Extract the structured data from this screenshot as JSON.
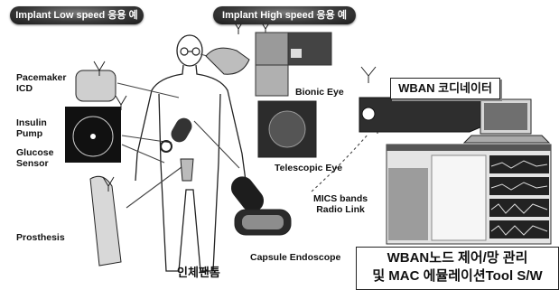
{
  "header": {
    "low_speed": "Implant Low speed 응용 예",
    "high_speed": "Implant High speed 응용 예"
  },
  "devices": {
    "pacemaker": "Pacemaker\nICD",
    "insulin_pump": "Insulin\nPump",
    "glucose_sensor": "Glucose\nSensor",
    "prosthesis": "Prosthesis",
    "bionic_eye": "Bionic Eye",
    "telescopic_eye": "Telescopic Eye",
    "capsule_endoscope": "Capsule Endoscope"
  },
  "body_label": "인체팬톰",
  "radio_link": "MICS bands\nRadio Link",
  "coordinator": "WBAN 코디네이터",
  "tool": {
    "line1": "WBAN노드 제어/망 관리",
    "line2": "및 MAC 에뮬레이션Tool S/W"
  }
}
